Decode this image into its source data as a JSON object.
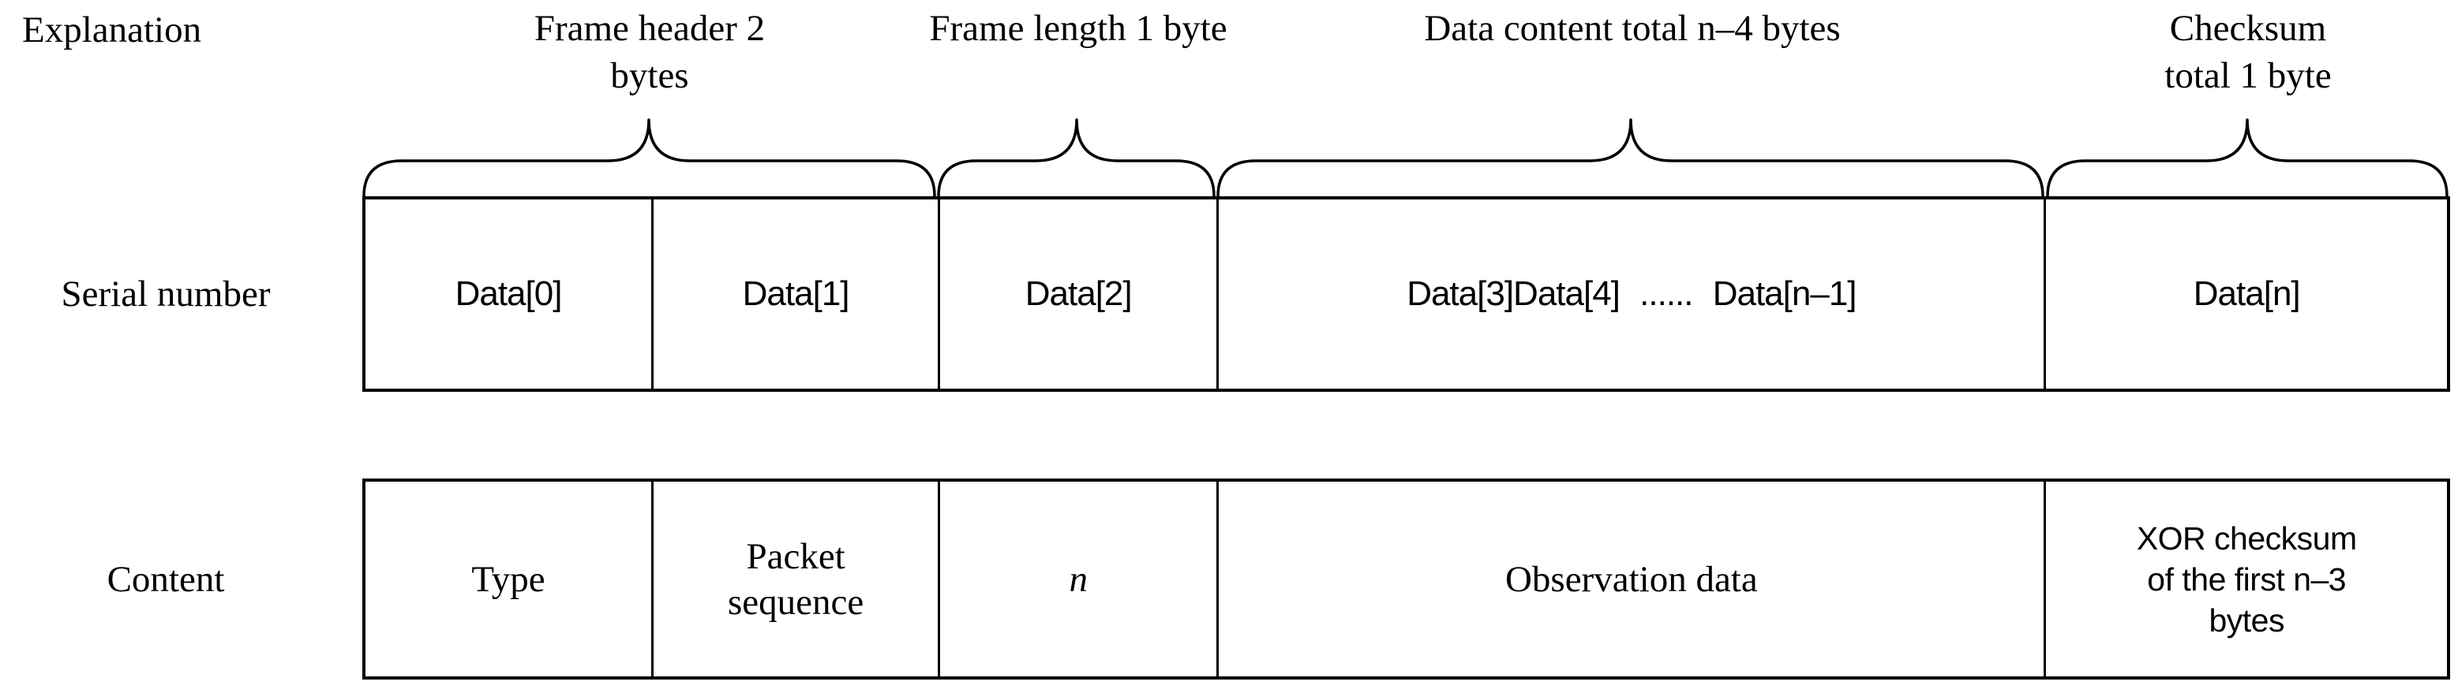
{
  "labels": {
    "explanation": "Explanation",
    "serial_number": "Serial number",
    "content": "Content"
  },
  "header_labels": {
    "frame_header": "Frame header 2\nbytes",
    "frame_length": "Frame length 1 byte",
    "data_content": "Data content total n–4 bytes",
    "checksum": "Checksum\ntotal 1 byte"
  },
  "serial_row": {
    "cells": [
      "Data[0]",
      "Data[1]",
      "Data[2]",
      "Data[3]Data[4] ...... Data[n–1]",
      "Data[n]"
    ]
  },
  "content_row": {
    "cells": [
      "Type",
      "Packet\nsequence",
      "n",
      "Observation data",
      "XOR checksum\nof the first n–3\nbytes"
    ]
  },
  "colors": {
    "ink": "#000000",
    "background": "#ffffff"
  }
}
